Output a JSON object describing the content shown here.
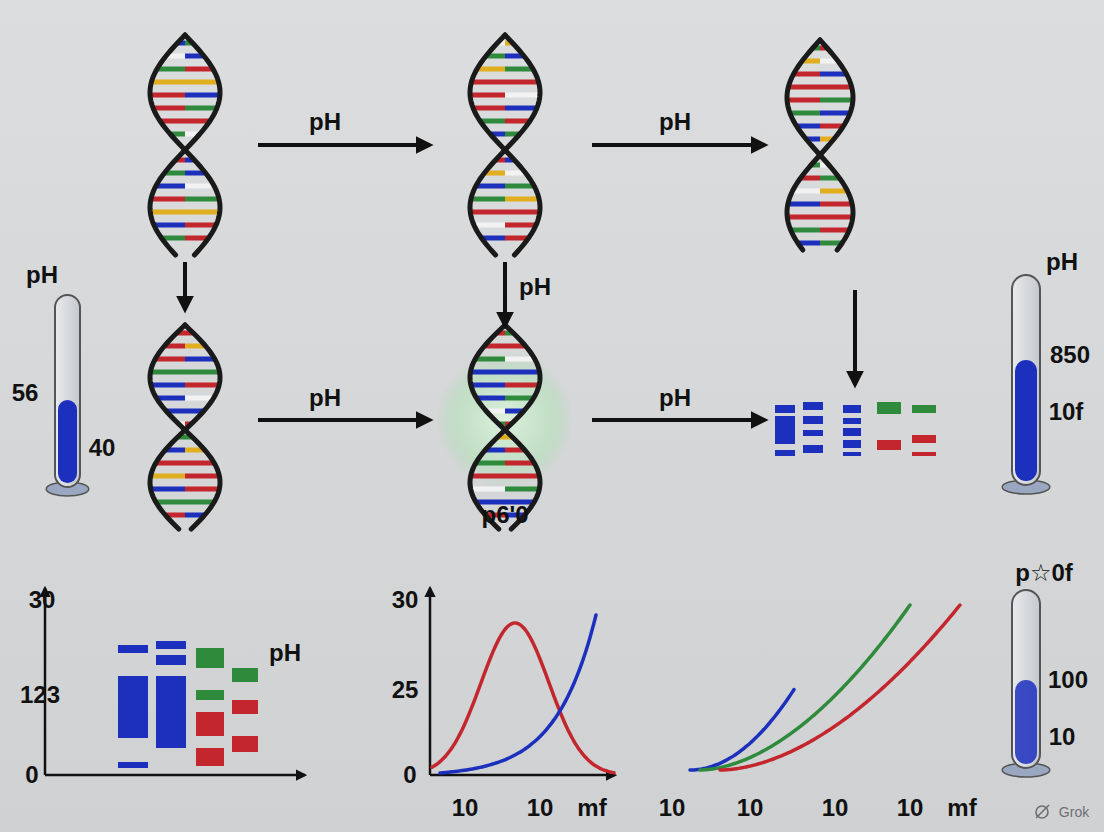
{
  "diagram": {
    "labels": [
      "pH",
      "pH",
      "pH",
      "pH",
      "pH",
      "56",
      "pH",
      "pH",
      "40",
      "850",
      "10f",
      "p6'0",
      "p☆0f",
      "30",
      "pH",
      "30",
      "123",
      "25",
      "100",
      "10",
      "0",
      "0",
      "10",
      "10",
      "mf",
      "10",
      "10",
      "10",
      "10",
      "mf",
      "Grok"
    ]
  }
}
